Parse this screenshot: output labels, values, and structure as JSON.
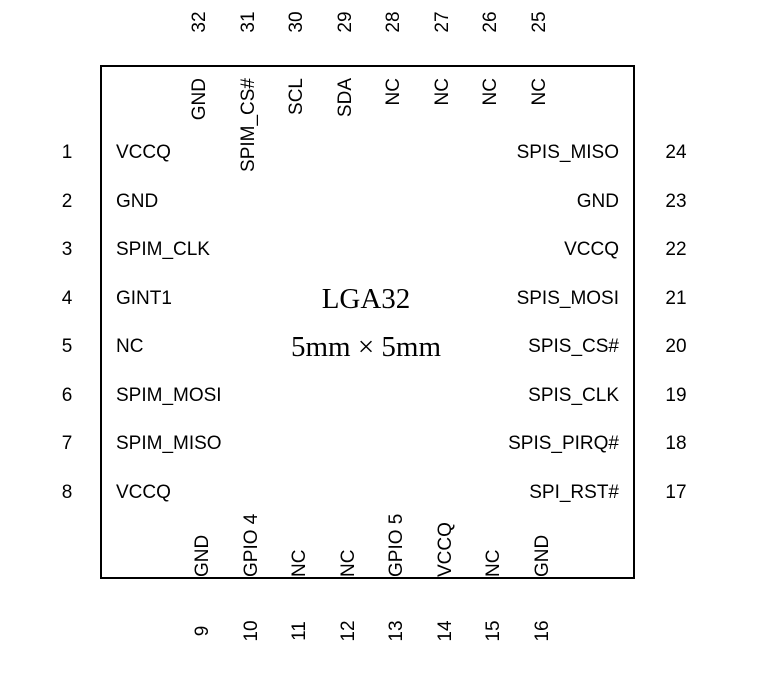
{
  "package": {
    "name": "LGA32",
    "size": "5mm × 5mm"
  },
  "pins": {
    "left": [
      {
        "number": "1",
        "label": "VCCQ"
      },
      {
        "number": "2",
        "label": "GND"
      },
      {
        "number": "3",
        "label": "SPIM_CLK"
      },
      {
        "number": "4",
        "label": "GINT1"
      },
      {
        "number": "5",
        "label": "NC"
      },
      {
        "number": "6",
        "label": "SPIM_MOSI"
      },
      {
        "number": "7",
        "label": "SPIM_MISO"
      },
      {
        "number": "8",
        "label": "VCCQ"
      }
    ],
    "bottom": [
      {
        "number": "9",
        "label": "GND"
      },
      {
        "number": "10",
        "label": "GPIO 4"
      },
      {
        "number": "11",
        "label": "NC"
      },
      {
        "number": "12",
        "label": "NC"
      },
      {
        "number": "13",
        "label": "GPIO 5"
      },
      {
        "number": "14",
        "label": "VCCQ"
      },
      {
        "number": "15",
        "label": "NC"
      },
      {
        "number": "16",
        "label": "GND"
      }
    ],
    "right": [
      {
        "number": "17",
        "label": "SPI_RST#"
      },
      {
        "number": "18",
        "label": "SPIS_PIRQ#"
      },
      {
        "number": "19",
        "label": "SPIS_CLK"
      },
      {
        "number": "20",
        "label": "SPIS_CS#"
      },
      {
        "number": "21",
        "label": "SPIS_MOSI"
      },
      {
        "number": "22",
        "label": "VCCQ"
      },
      {
        "number": "23",
        "label": "GND"
      },
      {
        "number": "24",
        "label": "SPIS_MISO"
      }
    ],
    "top": [
      {
        "number": "25",
        "label": "NC"
      },
      {
        "number": "26",
        "label": "NC"
      },
      {
        "number": "27",
        "label": "NC"
      },
      {
        "number": "28",
        "label": "NC"
      },
      {
        "number": "29",
        "label": "SDA"
      },
      {
        "number": "30",
        "label": "SCL"
      },
      {
        "number": "31",
        "label": "SPIM_CS#"
      },
      {
        "number": "32",
        "label": "GND"
      }
    ]
  }
}
